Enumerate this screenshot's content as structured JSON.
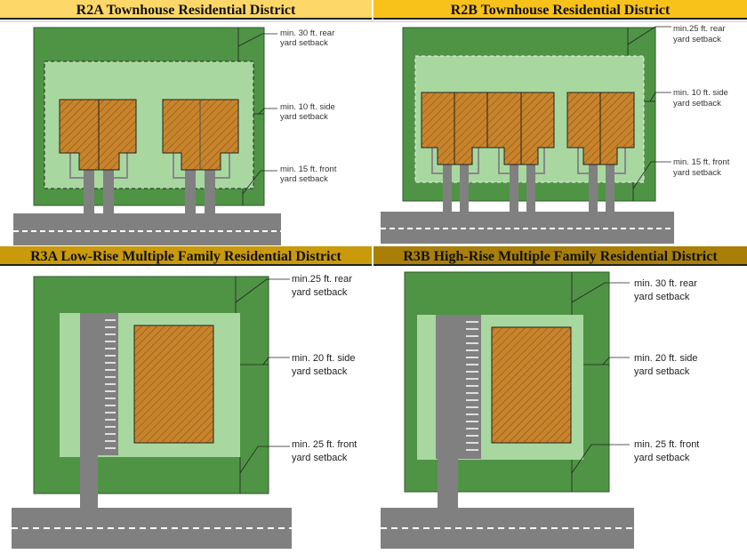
{
  "panels": [
    {
      "title": "R2A Townhouse Residential District",
      "rear": [
        "min. 30 ft. rear",
        "yard setback"
      ],
      "side": [
        "min. 10 ft. side",
        "yard setback"
      ],
      "front": [
        "min. 15 ft. front",
        "yard setback"
      ]
    },
    {
      "title": "R2B Townhouse Residential District",
      "rear": [
        "min.25 ft. rear",
        "yard setback"
      ],
      "side": [
        "min. 10 ft. side",
        "yard setback"
      ],
      "front": [
        "min. 15 ft. front",
        "yard setback"
      ]
    },
    {
      "title": "R3A Low-Rise Multiple Family Residential District",
      "rear": [
        "min.25 ft. rear",
        "yard setback"
      ],
      "side": [
        "min. 20 ft. side",
        "yard setback"
      ],
      "front": [
        "min. 25 ft. front",
        "yard setback"
      ]
    },
    {
      "title": "R3B High-Rise Multiple Family Residential District",
      "rear": [
        "min. 30 ft. rear",
        "yard setback"
      ],
      "side": [
        "min. 20 ft. side",
        "yard setback"
      ],
      "front": [
        "min. 25 ft. front",
        "yard setback"
      ]
    }
  ],
  "colors": {
    "lot": "#4f9445",
    "buildable": "#a8d8a0",
    "building": "#c8842c",
    "pavement": "#808080",
    "header_r2a": "#fdd868",
    "header_r2b": "#f9c21a",
    "header_r3a": "#c99a0c",
    "header_r3b": "#a97f08"
  }
}
